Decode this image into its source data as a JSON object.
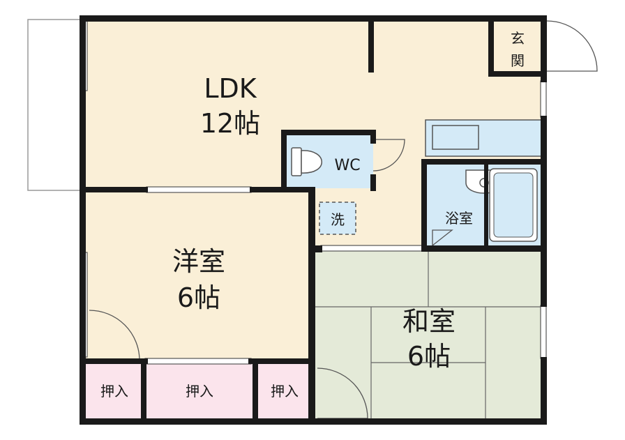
{
  "rooms": {
    "ldk": {
      "name": "LDK",
      "size": "12帖"
    },
    "western": {
      "name": "洋室",
      "size": "6帖"
    },
    "japanese": {
      "name": "和室",
      "size": "6帖"
    },
    "wc": {
      "label": "WC"
    },
    "laundry": {
      "label": "洗"
    },
    "bath": {
      "label": "浴室"
    },
    "entrance": {
      "char1": "玄",
      "char2": "関"
    },
    "closet1": {
      "label": "押入"
    },
    "closet2": {
      "label": "押入"
    },
    "closet3": {
      "label": "押入"
    }
  },
  "colors": {
    "floor": "#faefd7",
    "tatami": "#e4ead8",
    "closet": "#fbe4ec",
    "wet": "#d4eaf7",
    "wall": "#1a1a1a"
  }
}
